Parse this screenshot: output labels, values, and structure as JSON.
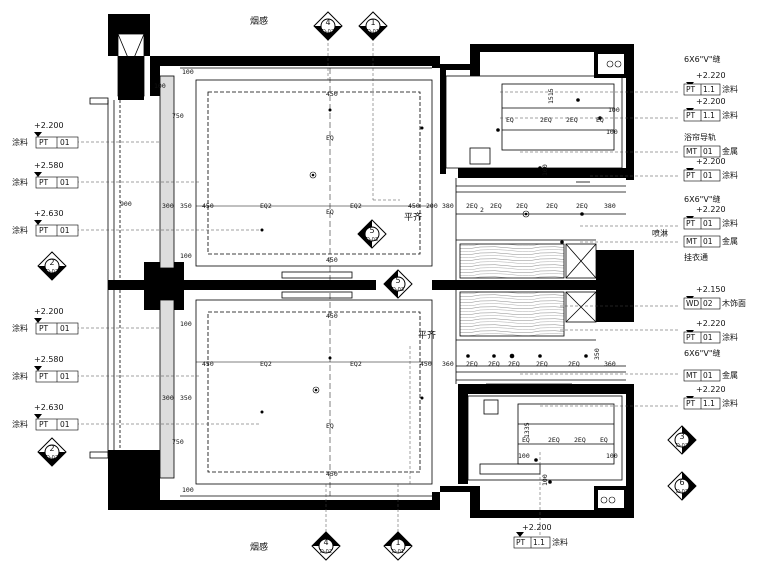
{
  "labels": {
    "smoke_top": "烟感",
    "smoke_bottom": "烟感",
    "flush_top": "平齐",
    "flush_mid": "平齐"
  },
  "section_markers": [
    {
      "num": "4",
      "ref": "D-02"
    },
    {
      "num": "1",
      "ref": "D-01"
    },
    {
      "num": "4",
      "ref": "D-02"
    },
    {
      "num": "1",
      "ref": "D-01"
    },
    {
      "num": "2",
      "ref": "D-02"
    },
    {
      "num": "2",
      "ref": "D-02"
    },
    {
      "num": "5",
      "ref": "D-03"
    },
    {
      "num": "5",
      "ref": "D-03"
    },
    {
      "num": "3",
      "ref": "D-03"
    },
    {
      "num": "6",
      "ref": "D-03"
    }
  ],
  "left_tags": [
    {
      "level": "+2.200",
      "name": "涂料",
      "code": "PT",
      "num": "01"
    },
    {
      "level": "+2.580",
      "name": "涂料",
      "code": "PT",
      "num": "01"
    },
    {
      "level": "+2.630",
      "name": "涂料",
      "code": "PT",
      "num": "01"
    },
    {
      "level": "+2.200",
      "name": "涂料",
      "code": "PT",
      "num": "01"
    },
    {
      "level": "+2.580",
      "name": "涂料",
      "code": "PT",
      "num": "01"
    },
    {
      "level": "+2.630",
      "name": "涂料",
      "code": "PT",
      "num": "01"
    }
  ],
  "right_notes": {
    "v_joint_1": "6X6\"V\"缝",
    "curtain_track": "浴帘导轨",
    "v_joint_2": "6X6\"V\"缝",
    "shower": "喷淋",
    "hanger_rod": "挂衣通",
    "v_joint_3": "6X6\"V\"缝"
  },
  "right_tags": [
    {
      "level": "+2.220",
      "code": "PT",
      "num": "1.1",
      "name": "涂料"
    },
    {
      "level": "+2.200",
      "code": "PT",
      "num": "1.1",
      "name": "涂料"
    },
    {
      "level": "",
      "code": "MT",
      "num": "01",
      "name": "金属"
    },
    {
      "level": "+2.200",
      "code": "PT",
      "num": "01",
      "name": "涂料"
    },
    {
      "level": "+2.220",
      "code": "PT",
      "num": "01",
      "name": "涂料"
    },
    {
      "level": "",
      "code": "MT",
      "num": "01",
      "name": "金属"
    },
    {
      "level": "+2.150",
      "code": "WD",
      "num": "02",
      "name": "木饰面"
    },
    {
      "level": "+2.220",
      "code": "PT",
      "num": "01",
      "name": "涂料"
    },
    {
      "level": "",
      "code": "MT",
      "num": "01",
      "name": "金属"
    },
    {
      "level": "+2.220",
      "code": "PT",
      "num": "1.1",
      "name": "涂料"
    }
  ],
  "bottom_tag": {
    "level": "+2.200",
    "code": "PT",
    "num": "1.1",
    "name": "涂料"
  },
  "dims": {
    "d100": "100",
    "d750": "750",
    "d300": "300",
    "d350": "350",
    "d450": "450",
    "d200": "200",
    "d380": "380",
    "d360": "360",
    "d1515": "1515",
    "d1335": "1335",
    "eq": "EQ",
    "eq2": "EQ2",
    "eq2b": "2EQ",
    "d2": "2",
    "d900": "900"
  }
}
